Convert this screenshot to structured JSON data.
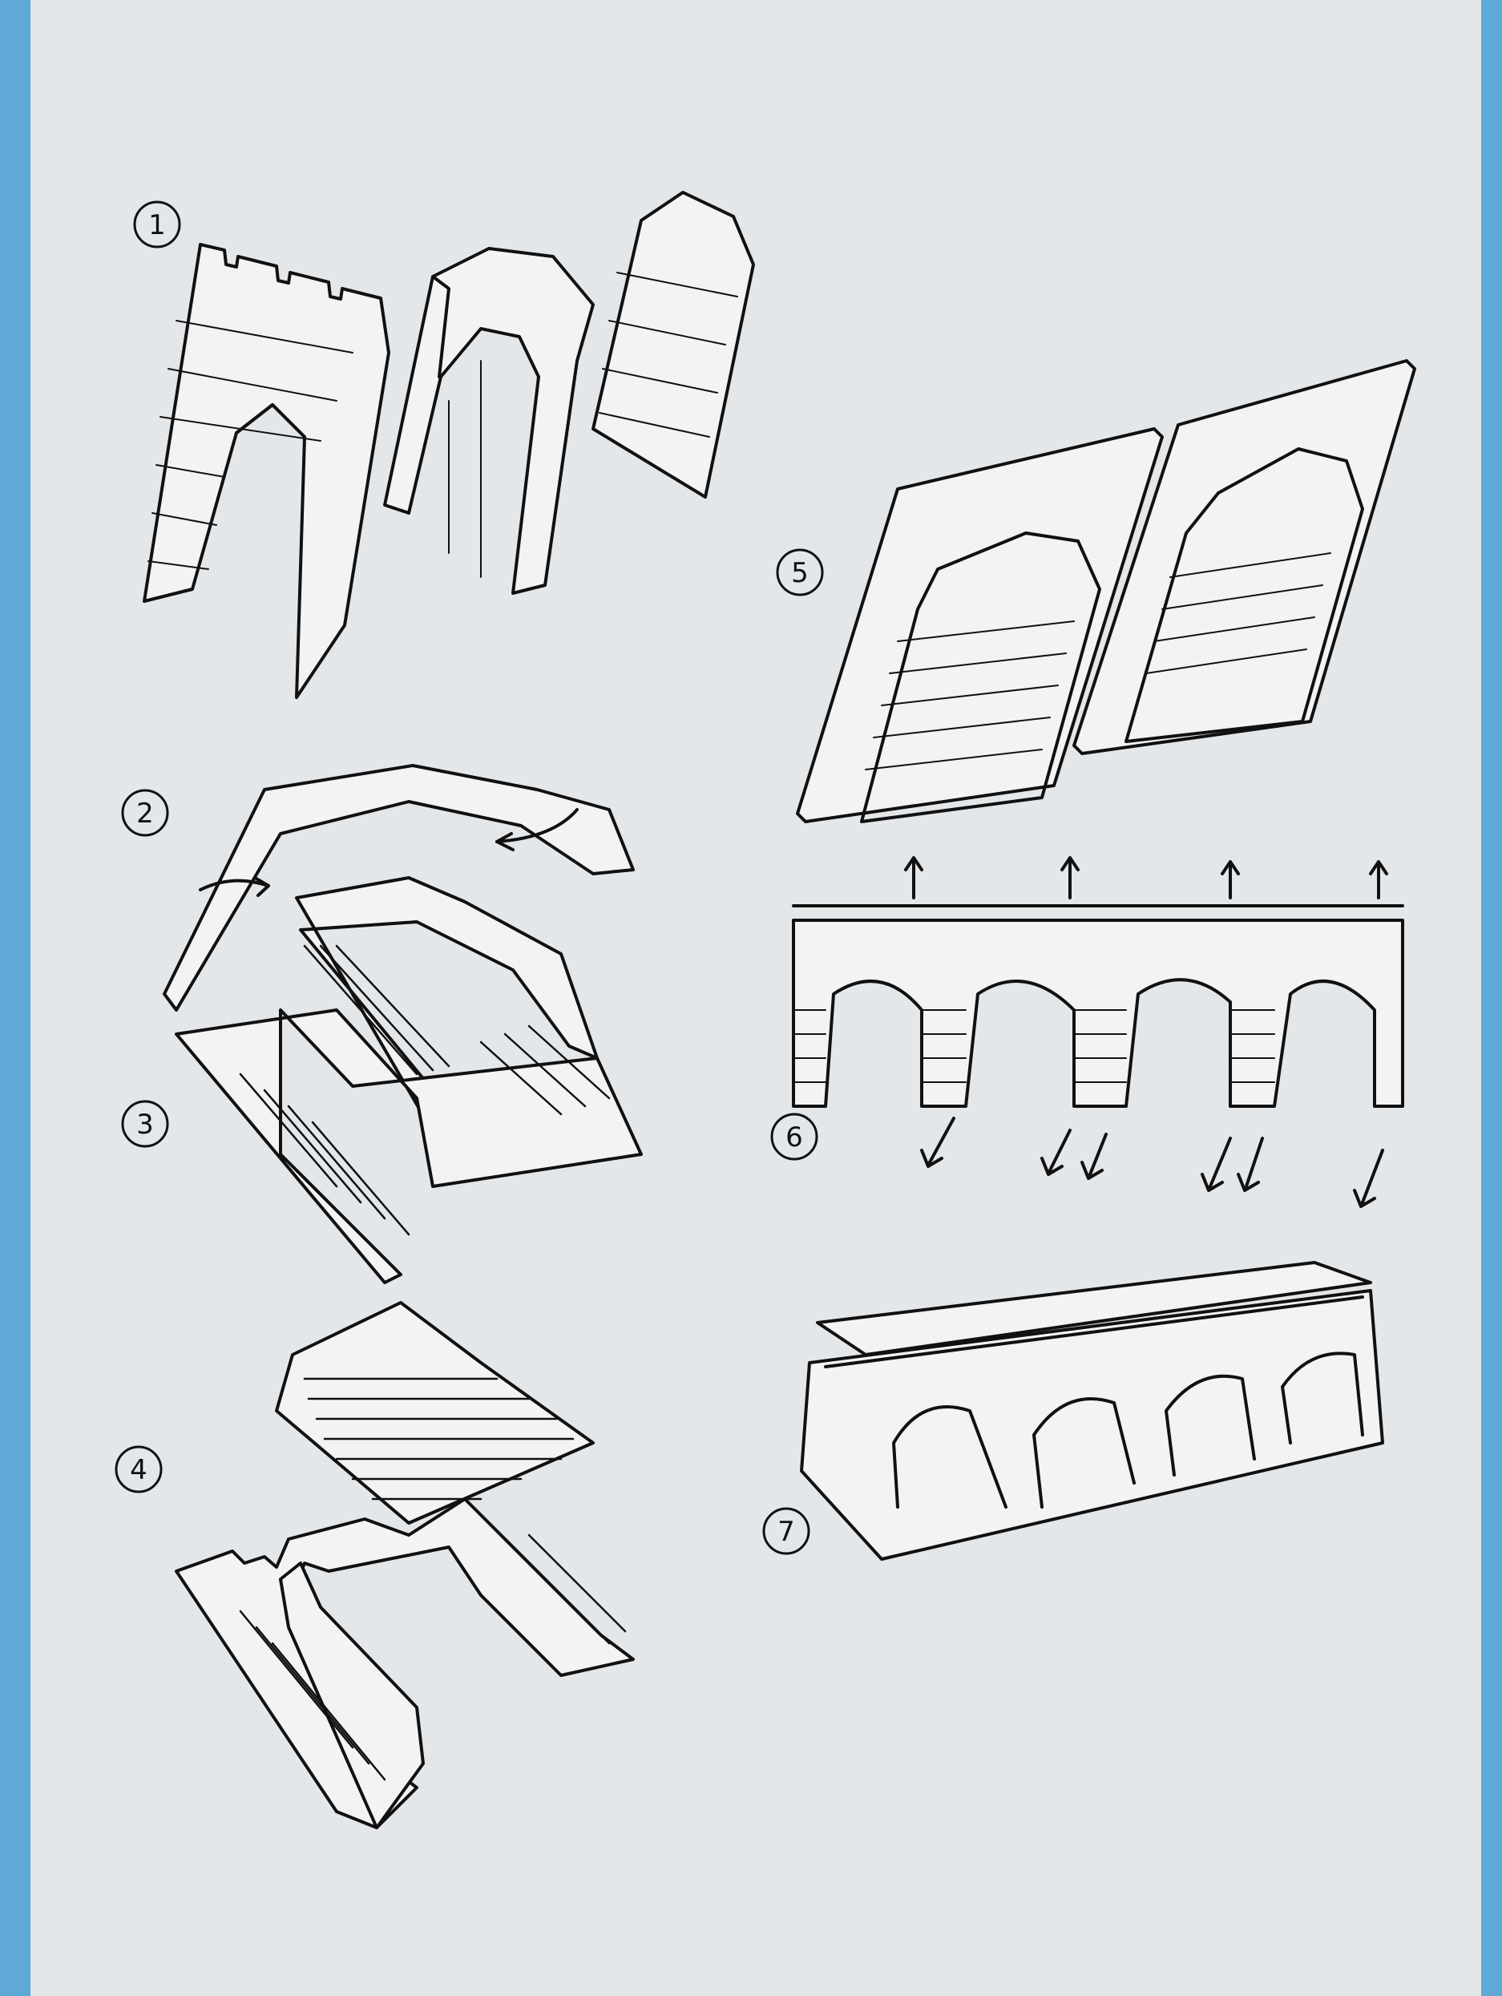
{
  "colors": {
    "card": "#e4e7ea",
    "ink": "#111111",
    "box_edge": "#5ea9d6"
  },
  "steps": [
    {
      "number": "1"
    },
    {
      "number": "2"
    },
    {
      "number": "3"
    },
    {
      "number": "4"
    },
    {
      "number": "5"
    },
    {
      "number": "6"
    },
    {
      "number": "7"
    }
  ]
}
